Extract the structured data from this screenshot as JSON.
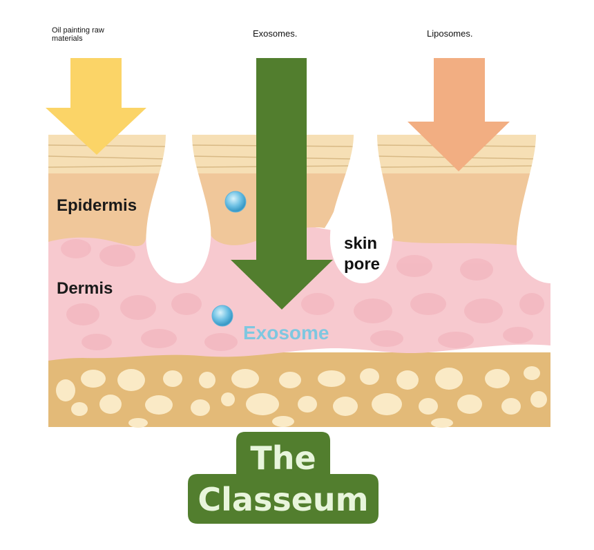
{
  "labels": {
    "oil": "Oil painting raw materials",
    "exosomes": "Exosomes.",
    "liposomes": "Liposomes.",
    "epidermis": "Epidermis",
    "dermis": "Dermis",
    "pore_line1": "skin",
    "pore_line2": "pore",
    "exosome": "Exosome"
  },
  "brand": {
    "line1": "The",
    "line2": "Classeum"
  },
  "colors": {
    "oil_arrow": "#fbd467",
    "exosome_arrow": "#527e2e",
    "liposome_arrow": "#f2ae82",
    "epidermis": "#f0c79a",
    "stratum": "#f6dfb5",
    "dermis": "#f7c9cf",
    "fat": "#e3ba78",
    "fat_cell": "#faeac6",
    "exosome_bubble": "#6ec1e4",
    "brand_bg": "#527e2e"
  }
}
